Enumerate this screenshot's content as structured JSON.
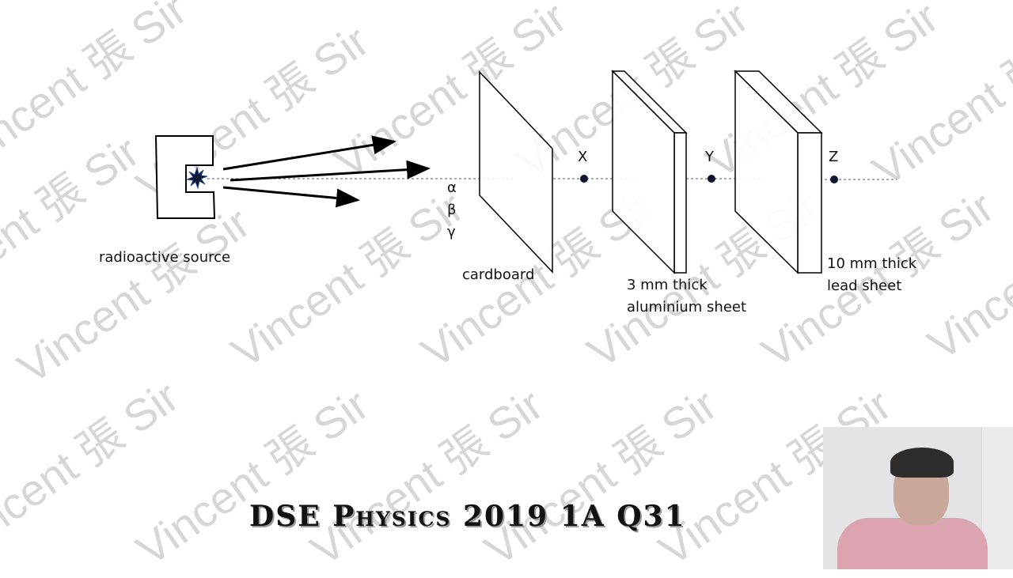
{
  "slide": {
    "title": "DSE Physics 2019 1A Q31",
    "watermark_text": "Vincent 張 Sir"
  },
  "diagram": {
    "source_label": "radioactive source",
    "radiation_types": [
      "α",
      "β",
      "γ"
    ],
    "barriers": [
      {
        "label": "cardboard"
      },
      {
        "label_line1": "3 mm thick",
        "label_line2": "aluminium sheet"
      },
      {
        "label_line1": "10 mm thick",
        "label_line2": "lead sheet"
      }
    ],
    "points": [
      {
        "label": "X"
      },
      {
        "label": "Y"
      },
      {
        "label": "Z"
      }
    ],
    "colors": {
      "line": "#000000",
      "point": "#0b1530",
      "star": "#1a2a5c",
      "watermark": "#d0d0d0"
    }
  },
  "webcam": {
    "description": "presenter video inset"
  }
}
